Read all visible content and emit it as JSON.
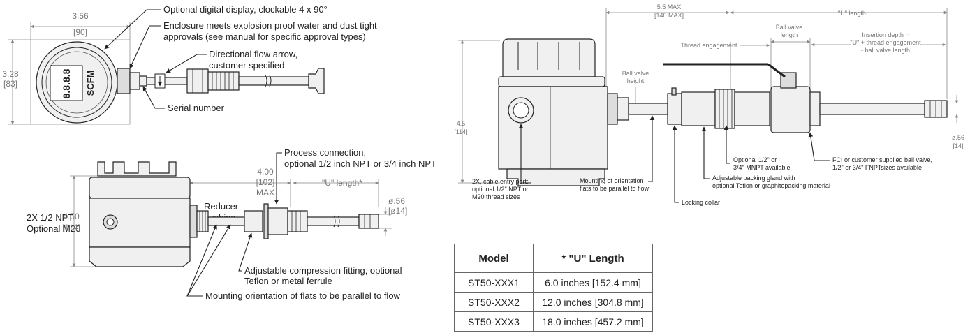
{
  "left_top": {
    "width_dim": "3.56",
    "width_dim_mm": "[90]",
    "height_dim": "3.28",
    "height_dim_mm": "[83]",
    "callout_display": "Optional digital display, clockable 4 x 90°",
    "callout_enclosure_1": "Enclosure meets explosion proof water and dust tight",
    "callout_enclosure_2": "approvals (see manual for specific approval types)",
    "callout_arrow_1": "Directional flow arrow,",
    "callout_arrow_2": "customer specified",
    "callout_serial": "Serial number",
    "display_digits": "8.8.8.8",
    "display_unit": "SCFM"
  },
  "left_bottom": {
    "callout_process_1": "Process connection,",
    "callout_process_2": "optional 1/2 inch NPT or 3/4 inch NPT",
    "max_dim": "4.00",
    "max_dim_mm": "[102]",
    "max_label": "MAX",
    "u_length": "\"U\" length*",
    "port_1": "2X 1/2 NPT",
    "port_2": "Optional M20",
    "reducer_1": "Reducer",
    "reducer_2": "bushing",
    "height_dim": "4.50",
    "height_dim_mm": "[114]",
    "dia_dim": "ø.56",
    "dia_dim_mm": "[ø14]",
    "callout_fitting_1": "Adjustable compression fitting, optional",
    "callout_fitting_2": "Teflon or metal ferrule",
    "callout_mounting": "Mounting orientation of flats to be parallel to flow"
  },
  "right": {
    "max_dim": "5.5 MAX",
    "max_dim_mm": "[140 MAX]",
    "u_length": "\"U\" length",
    "ball_valve_length_1": "Ball valve",
    "ball_valve_length_2": "length",
    "thread_engagement": "Thread engagement",
    "insertion_1": "Insertion depth =",
    "insertion_2": "\"U\" + thread engagement",
    "insertion_3": "- ball valve length",
    "ball_valve_height_1": "Ball valve",
    "ball_valve_height_2": "height",
    "height_dim": "4.5",
    "height_dim_mm": "[114]",
    "dia_dim": "ø.56",
    "dia_dim_mm": "[14]",
    "mnpt_1": "Optional 1/2\" or",
    "mnpt_2": "3/4\" MNPT available",
    "fci_1": "FCI or customer supplied ball valve,",
    "fci_2": "1/2\" or 3/4\" FNPTsizes available",
    "gland_1": "Adjustable packing gland with",
    "gland_2": "optional Teflon or graphitepacking material",
    "cable_1": "2X, cable entry port:",
    "cable_2": "optional 1/2\" NPT or",
    "cable_3": "M20 thread sizes",
    "orient_1": "Mounting of orientation",
    "orient_2": "flats to be parallel to flow",
    "locking": "Locking collar"
  },
  "table": {
    "headers": [
      "Model",
      "* \"U\" Length"
    ],
    "rows": [
      [
        "ST50-XXX1",
        "6.0 inches [152.4 mm]"
      ],
      [
        "ST50-XXX2",
        "12.0 inches [304.8 mm]"
      ],
      [
        "ST50-XXX3",
        "18.0 inches [457.2 mm]"
      ]
    ]
  }
}
